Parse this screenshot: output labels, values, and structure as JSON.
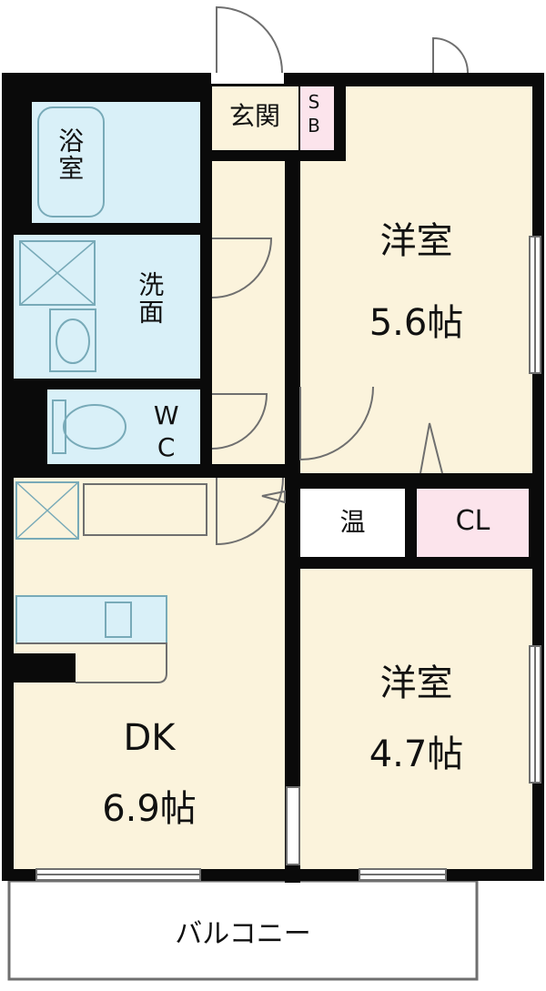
{
  "colors": {
    "wall": "#0a0a0a",
    "room_fill": "#fbf3dc",
    "wet_fill": "#d9f0f8",
    "storage_pink": "#fce4ec",
    "white": "#ffffff",
    "thin_line": "#6f6f6f",
    "fixture_line": "#78aab8"
  },
  "rooms": {
    "bath": "浴室",
    "washroom": "洗面",
    "wc": "WC",
    "entrance": "玄関",
    "shoe_box": "SB",
    "western_room_1": {
      "name": "洋室",
      "size": "5.6帖"
    },
    "water_heater": "温",
    "closet": "CL",
    "dining_kitchen": {
      "name": "DK",
      "size": "6.9帖"
    },
    "western_room_2": {
      "name": "洋室",
      "size": "4.7帖"
    },
    "balcony": "バルコニー"
  }
}
